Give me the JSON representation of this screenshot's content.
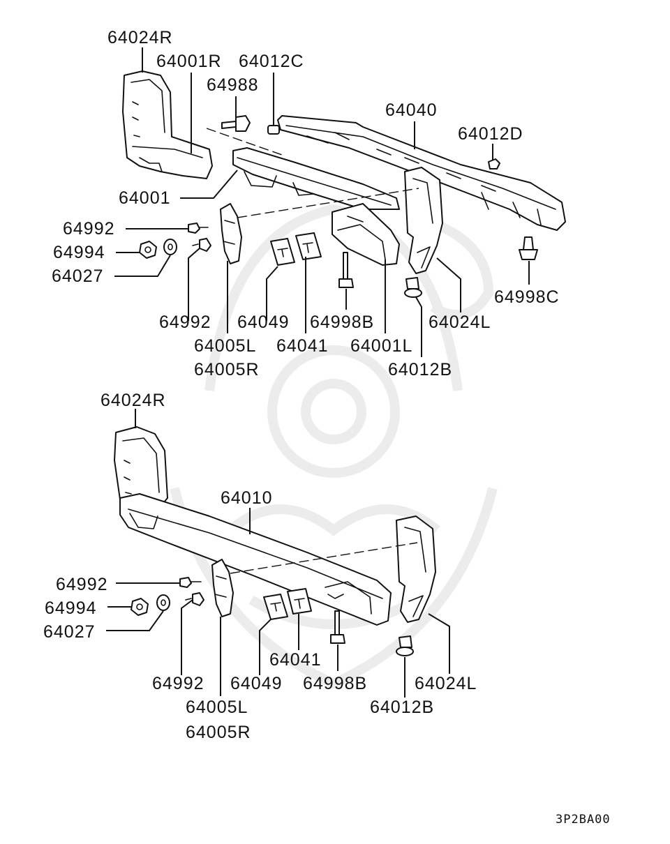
{
  "diagram_code": "3P2BA00",
  "upper_assembly": {
    "labels": {
      "l_64024R": "64024R",
      "l_64001R": "64001R",
      "l_64012C": "64012C",
      "l_64988": "64988",
      "l_64040": "64040",
      "l_64012D": "64012D",
      "l_64001": "64001",
      "l_64992a": "64992",
      "l_64994": "64994",
      "l_64027": "64027",
      "l_64998C": "64998C",
      "l_64992b": "64992",
      "l_64049": "64049",
      "l_64998B": "64998B",
      "l_64024L": "64024L",
      "l_64005L": "64005L",
      "l_64041": "64041",
      "l_64001L": "64001L",
      "l_64005R": "64005R",
      "l_64012B": "64012B"
    }
  },
  "lower_assembly": {
    "labels": {
      "l_64024R": "64024R",
      "l_64010": "64010",
      "l_64992a": "64992",
      "l_64994": "64994",
      "l_64027": "64027",
      "l_64041": "64041",
      "l_64992b": "64992",
      "l_64049": "64049",
      "l_64998B": "64998B",
      "l_64024L": "64024L",
      "l_64005L": "64005L",
      "l_64012B": "64012B",
      "l_64005R": "64005R"
    }
  }
}
